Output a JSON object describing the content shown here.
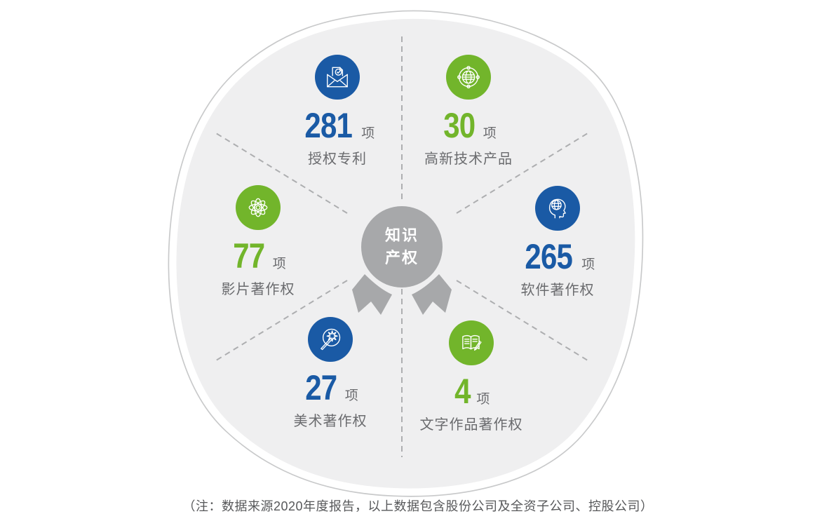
{
  "diagram": {
    "center": {
      "line1": "知识",
      "line2": "产权"
    },
    "items": [
      {
        "id": "patents",
        "value": "281",
        "unit": "项",
        "label": "授权专利",
        "color": "#1a5aa5",
        "icon": "patent-certificate-mail-icon"
      },
      {
        "id": "hightech",
        "value": "30",
        "unit": "项",
        "label": "高新技术产品",
        "color": "#72b52b",
        "icon": "globe-network-icon"
      },
      {
        "id": "film",
        "value": "77",
        "unit": "项",
        "label": "影片著作权",
        "color": "#72b52b",
        "icon": "atom-icon"
      },
      {
        "id": "software",
        "value": "265",
        "unit": "项",
        "label": "软件著作权",
        "color": "#1a5aa5",
        "icon": "head-globe-icon"
      },
      {
        "id": "art",
        "value": "27",
        "unit": "项",
        "label": "美术著作权",
        "color": "#1a5aa5",
        "icon": "wand-star-icon"
      },
      {
        "id": "text",
        "value": "4",
        "unit": "项",
        "label": "文字作品著作权",
        "color": "#72b52b",
        "icon": "book-pencil-icon"
      }
    ],
    "note": "（注：数据来源2020年度报告，以上数据包含股份公司及全资子公司、控股公司）",
    "colors": {
      "blue": "#1a5aa5",
      "green": "#72b52b",
      "badge_gray": "#a7a8aa",
      "blob_fill": "#efeff0",
      "blob_stroke": "#c8c9ca",
      "dash_line": "#adaeb0",
      "label_gray": "#6a6b6e",
      "note_gray": "#57585a"
    }
  }
}
